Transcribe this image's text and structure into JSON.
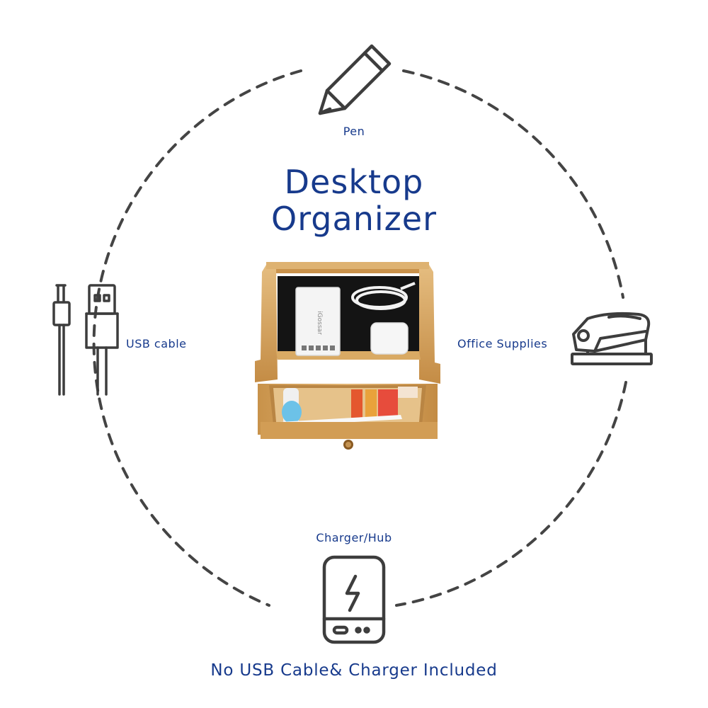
{
  "title": {
    "line1": "Desktop",
    "line2": "Organizer"
  },
  "items": {
    "pen": {
      "label": "Pen",
      "icon": "pencil-icon"
    },
    "usb": {
      "label": "USB cable",
      "icon": "usb-cable-icon"
    },
    "office": {
      "label": "Office Supplies",
      "icon": "stapler-icon"
    },
    "charger": {
      "label": "Charger/Hub",
      "icon": "power-bank-icon"
    }
  },
  "product": {
    "hub_brand": "iGossar",
    "image": "bamboo-desk-organizer-photo"
  },
  "footer_note": "No USB Cable& Charger Included",
  "colors": {
    "text_blue": "#173a8c",
    "icon_gray": "#3d3d3d",
    "dash_gray": "#444444",
    "bamboo": "#d8a75e",
    "bamboo_dark": "#b5833d",
    "felt": "#151515"
  }
}
